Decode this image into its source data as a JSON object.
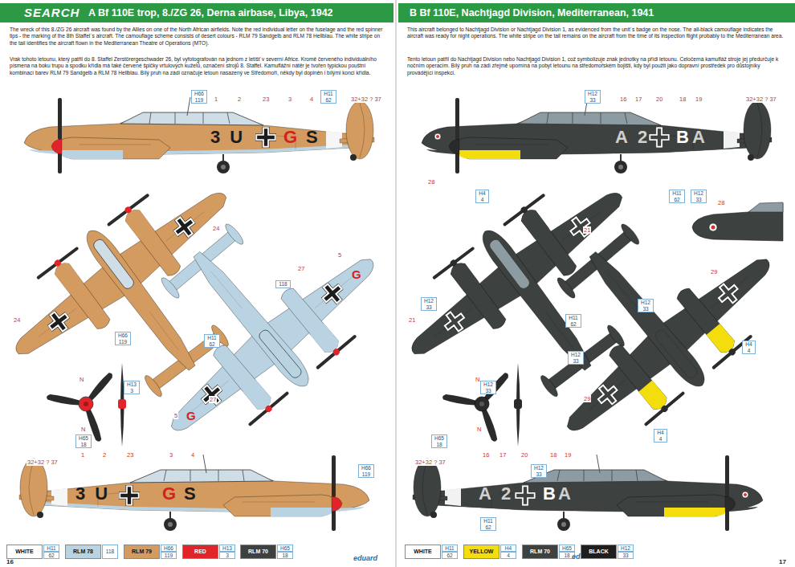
{
  "diagram": {
    "nodes": [
      {
        "text": [
          "A Bf 110E trop, 8./ZG 26, Derna airbase, Libya, 1942"
        ]
      },
      {
        "text": [
          "H66",
          "119"
        ]
      },
      {
        "text": [
          "H11",
          "62"
        ]
      },
      {
        "text": [
          "H66",
          "119"
        ]
      },
      {
        "text": [
          "118"
        ]
      },
      {
        "text": [
          "H11",
          "62"
        ]
      },
      {
        "text": [
          "H13",
          "3"
        ]
      },
      {
        "text": [
          "H65",
          "18"
        ]
      },
      {
        "text": [
          "H66",
          "119"
        ]
      },
      {
        "text": [
          "B Bf 110E, Nachtjagd Division, Mediterranean, 1941"
        ]
      },
      {
        "text": [
          "H12",
          "33"
        ]
      },
      {
        "text": [
          "H11",
          "62"
        ]
      },
      {
        "text": [
          "H12",
          "33"
        ]
      },
      {
        "text": [
          "H4",
          "4"
        ]
      },
      {
        "text": [
          "H12",
          "33"
        ]
      },
      {
        "text": [
          "H11",
          "62"
        ]
      },
      {
        "text": [
          "H12",
          "33"
        ]
      },
      {
        "text": [
          "H12",
          "33"
        ]
      },
      {
        "text": [
          "H4",
          "4"
        ]
      },
      {
        "text": [
          "H4",
          "4"
        ]
      },
      {
        "text": [
          "H12",
          "33"
        ]
      },
      {
        "text": [
          "H65",
          "18"
        ]
      },
      {
        "text": [
          "H12",
          "33"
        ]
      },
      {
        "text": [
          "H11",
          "62"
        ]
      }
    ],
    "labels": [
      "SEARCH",
      "The wreck of this 8./ZG 26 aircraft was found by the Allies on one of the North African airfields. Note the red individual letter on the fuselage and the red spinner tips - the marking of the 8th Staffel´s aircraft. The camouflage scheme consists of desert colours - RLM 79 Sandgelb and RLM 78 Hellblau. The white stripe on the tail identifies the aircraft flown in the Mediterranean Theatre of Operations (MTO).",
      "Vrak tohoto letounu, který patřil do 8. Staffel Zerstörergeschwader 26, byl vyfotografován na jednom z letišť v severní Africe. Kromě červeného individuálního písmena na boku trupu a spodku křídla má také červené špičky vrtulových kuželů, označení strojů 8. Staffel. Kamuflážní nátěr je tvořen typickou pouštní kombinací barev RLM 79 Sandgelb a RLM 78 Hellblau. Bílý pruh na zádi označuje letoun nasazený ve Středomoří, někdy byl doplněn i bílými konci křídla.",
      "1",
      "2",
      "23",
      "3",
      "4",
      "32+32 ? 37",
      "3U",
      "G",
      "S",
      "24",
      "24",
      "27",
      "5",
      "G",
      "27",
      "5",
      "G",
      "N",
      "N",
      "32+32 ? 37",
      "1",
      "2",
      "23",
      "3",
      "4",
      "3U",
      "G",
      "S",
      "H11",
      "62",
      "118",
      "H66",
      "119",
      "H13",
      "3",
      "H65",
      "18",
      "16",
      "eduard",
      "This aircraft belonged to Nachtjagd Division or Nachtjagd Division 1, as evidenced from the unit´s badge on the nose. The all-black camouflage indicates the aircraft was ready for night operations. The white stripe on the tail remains on the aircraft from the time of its inspection flight probably to the Mediterranean area.",
      "Tento letoun patřil do Nachtjagd Division nebo Nachtjagd Division 1, což symbolizuje znak jednotky na přídi letounu. Celočerná kamufláž stroje jej předurčuje k nočním operacím. Bílý pruh na zádi zřejmě upomíná na pobyt letounu na středomořském bojišti, kdy byl použit jako dopravní prostředek pro důstojníky provádějící inspekci.",
      "16",
      "17",
      "20",
      "18",
      "19",
      "32+32 ? 37",
      "A2",
      "B",
      "A",
      "28",
      "28",
      "21",
      "21",
      "29",
      "29",
      "N",
      "N",
      "32+32 ? 37",
      "16",
      "17",
      "20",
      "18",
      "19",
      "A2",
      "B",
      "A",
      "H11",
      "62",
      "H4",
      "4",
      "H65",
      "18",
      "H12",
      "33",
      "17",
      "eduard"
    ],
    "legend": [
      {
        "text": "WHITE",
        "color": "#ffffff"
      },
      {
        "text": "RLM 78",
        "color": "#b9d3e3"
      },
      {
        "text": "RLM 79",
        "color": "#d39b5f"
      },
      {
        "text": "RED",
        "color": "#e0242a"
      },
      {
        "text": "RLM 70",
        "color": "#3d4140"
      },
      {
        "text": "WHITE",
        "color": "#ffffff"
      },
      {
        "text": "YELLOW",
        "color": "#f4dd0c"
      },
      {
        "text": "RLM 70",
        "color": "#3d4140"
      },
      {
        "text": "BLACK",
        "color": "#1e1e1e"
      }
    ]
  }
}
